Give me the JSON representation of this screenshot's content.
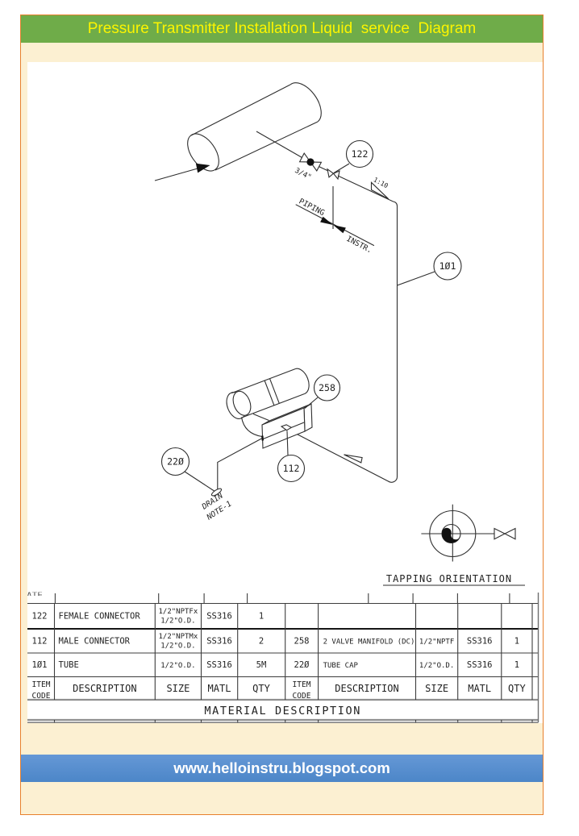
{
  "header": {
    "title": "Pressure Transmitter Installation Liquid  service  Diagram"
  },
  "footer": {
    "url": "www.helloinstru.blogspot.com"
  },
  "colors": {
    "panel_border": "#e8802d",
    "panel_background": "#fcf0d2",
    "title_bar": "#6fac49",
    "title_text": "#fdf402",
    "footer_bar": "#5590ce",
    "footer_text": "#ffffff",
    "drawing_lines": "#2e2e2e"
  },
  "diagram": {
    "balloons": {
      "b122": "122",
      "b101": "1Ø1",
      "b258": "258",
      "b112": "112",
      "b220": "22Ø"
    },
    "labels": {
      "tap_size": "3/4\"",
      "slope": "1:10",
      "piping": "PIPING",
      "instr": "INSTR.",
      "drain_line1": "DRAIN",
      "drain_line2": "NOTE-1",
      "tapping_orientation": "TAPPING ORIENTATION",
      "clipped_fragment": "ATE"
    }
  },
  "table": {
    "title": "MATERIAL DESCRIPTION",
    "headers": {
      "item": "ITEM",
      "code": "CODE",
      "description": "DESCRIPTION",
      "size": "SIZE",
      "matl": "MATL",
      "qty": "QTY"
    },
    "left_rows": {
      "r1": {
        "code": "122",
        "desc": "FEMALE CONNECTOR",
        "size1": "1/2\"NPTFx",
        "size2": "1/2\"O.D.",
        "matl": "SS316",
        "qty": "1"
      },
      "r2": {
        "code": "112",
        "desc": "MALE CONNECTOR",
        "size1": "1/2\"NPTMx",
        "size2": "1/2\"O.D.",
        "matl": "SS316",
        "qty": "2"
      },
      "r3": {
        "code": "1Ø1",
        "desc": "TUBE",
        "size1": "1/2\"O.D.",
        "matl": "SS316",
        "qty": "5M"
      }
    },
    "right_rows": {
      "r2": {
        "code": "258",
        "desc": "2 VALVE MANIFOLD (DC)",
        "size": "1/2\"NPTF",
        "matl": "SS316",
        "qty": "1"
      },
      "r3": {
        "code": "22Ø",
        "desc": "TUBE CAP",
        "size": "1/2\"O.D.",
        "matl": "SS316",
        "qty": "1"
      }
    }
  }
}
